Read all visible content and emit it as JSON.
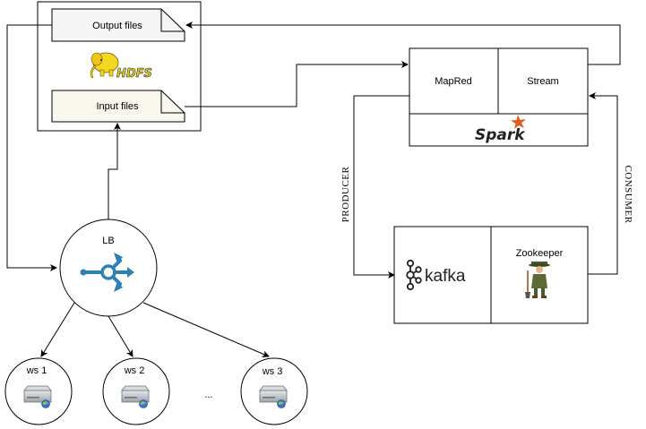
{
  "hdfs": {
    "output_label": "Output files",
    "logo_text": "HDFS",
    "input_label": "Input files"
  },
  "spark": {
    "mapred_label": "MapRed",
    "stream_label": "Stream",
    "logo_text": "Spark"
  },
  "kafka": {
    "logo_text": "kafka",
    "zookeeper_label": "Zookeeper"
  },
  "edges": {
    "producer_label": "PRODUCER",
    "consumer_label": "CONSUMER"
  },
  "lb": {
    "label": "LB"
  },
  "servers": [
    {
      "label": "ws 1"
    },
    {
      "label": "ws 2"
    },
    {
      "label": "ws 3"
    }
  ],
  "ellipsis": "...",
  "colors": {
    "stroke": "#000000",
    "file_output_fill": "#f5f5f5",
    "file_input_fill": "#f9f7ed",
    "lb_icon": "#2e7fb5",
    "spark_star": "#e25a1c",
    "hdfs_yellow": "#f4d81f"
  },
  "icons": [
    "elephant-icon",
    "load-balancer-icon",
    "server-icon",
    "globe-icon",
    "kafka-icon",
    "zookeeper-icon",
    "spark-star-icon"
  ]
}
